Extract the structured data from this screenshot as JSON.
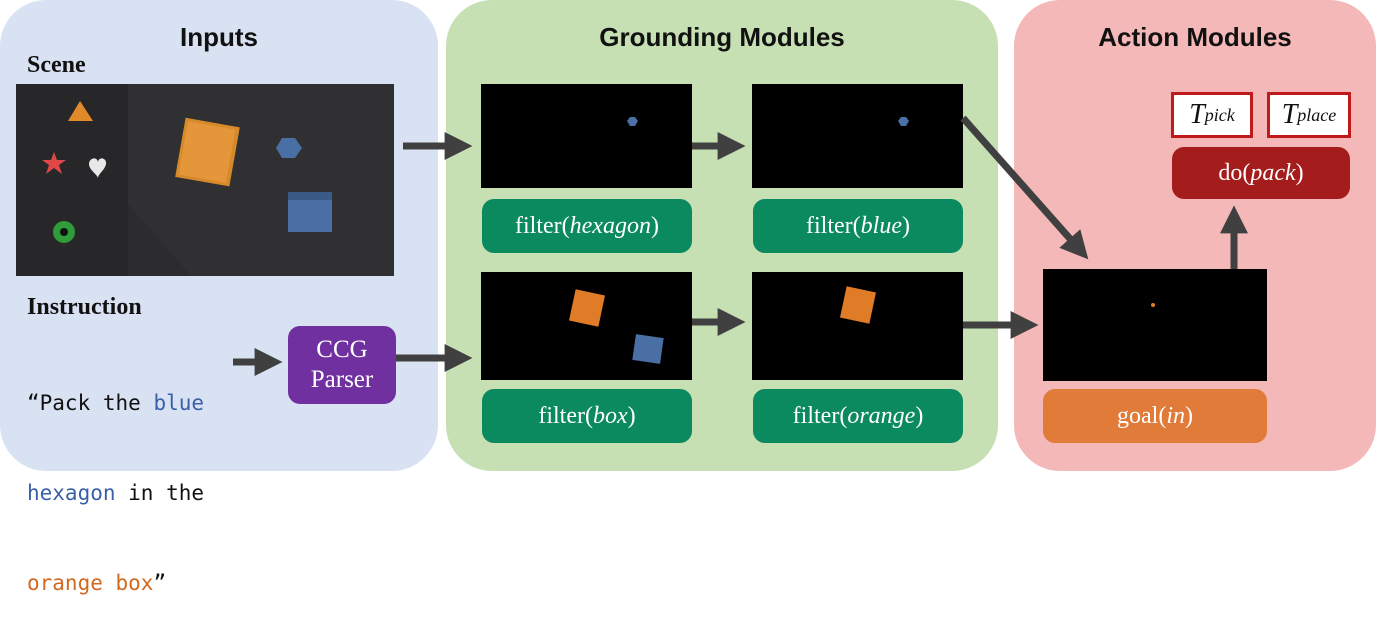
{
  "panels": {
    "inputs_title": "Inputs",
    "grounding_title": "Grounding Modules",
    "action_title": "Action Modules"
  },
  "inputs": {
    "scene_label": "Scene",
    "instruction_label": "Instruction",
    "instruction_lines": [
      {
        "parts": [
          {
            "text": "“Pack the ",
            "color": "#111111"
          },
          {
            "text": "blue",
            "color": "#3a5fa8"
          }
        ]
      },
      {
        "parts": [
          {
            "text": "hexagon",
            "color": "#3a5fa8"
          },
          {
            "text": " in the",
            "color": "#111111"
          }
        ]
      },
      {
        "parts": [
          {
            "text": "orange box",
            "color": "#d2691e"
          },
          {
            "text": "”",
            "color": "#111111"
          }
        ]
      }
    ],
    "parser": {
      "line1": "CCG",
      "line2": "Parser"
    }
  },
  "grounding": {
    "filter_hexagon": {
      "fn": "filter(",
      "arg": "hexagon",
      "close": ")"
    },
    "filter_blue": {
      "fn": "filter(",
      "arg": "blue",
      "close": ")"
    },
    "filter_box": {
      "fn": "filter(",
      "arg": "box",
      "close": ")"
    },
    "filter_orange": {
      "fn": "filter(",
      "arg": "orange",
      "close": ")"
    }
  },
  "action": {
    "goal": {
      "fn": "goal(",
      "arg": "in",
      "close": ")"
    },
    "do": {
      "fn": "do(",
      "arg": "pack",
      "close": ")"
    },
    "t_pick": {
      "symbol": "T",
      "sub": "pick"
    },
    "t_place": {
      "symbol": "T",
      "sub": "place"
    }
  },
  "colors": {
    "inputs_bg": "#d9e2f3",
    "grounding_bg": "#c6e0b4",
    "action_bg": "#f4b8b8",
    "filter_box": "#0b8a5f",
    "parser": "#7030a0",
    "goal": "#e07b39",
    "do": "#a51c1c",
    "arrow": "#404040",
    "blue_object": "#4a6fa5",
    "orange_object": "#e07b28"
  }
}
